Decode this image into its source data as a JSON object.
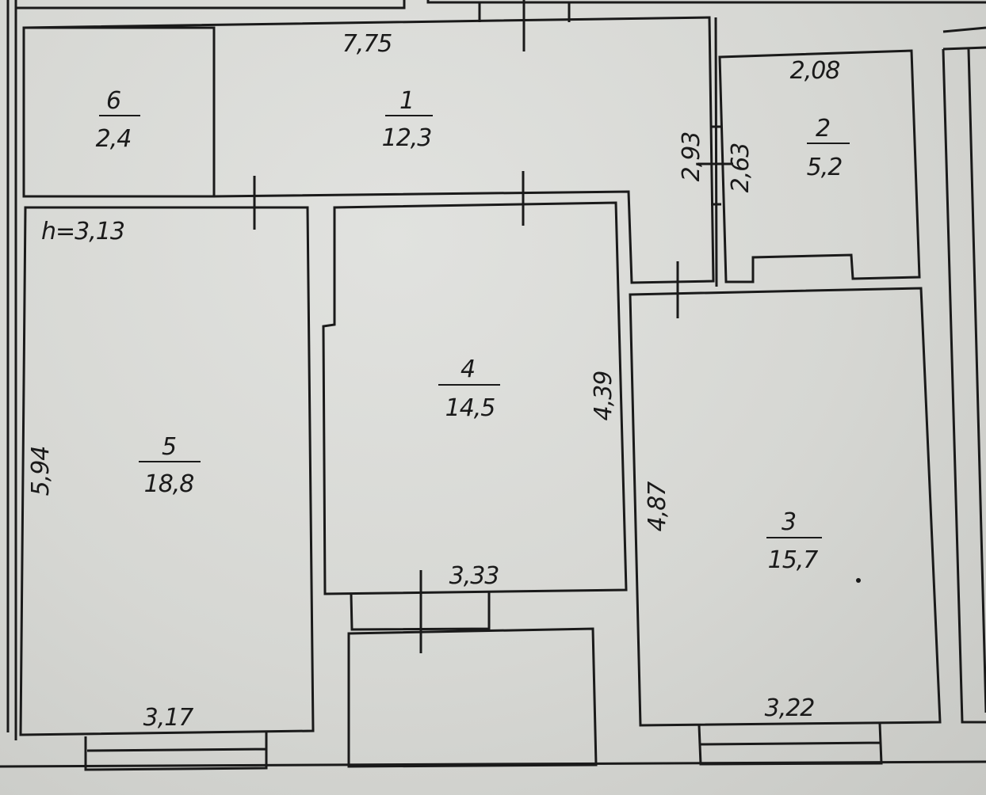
{
  "rooms": [
    {
      "number": "1",
      "area": "12,3"
    },
    {
      "number": "2",
      "area": "5,2"
    },
    {
      "number": "3",
      "area": "15,7"
    },
    {
      "number": "4",
      "area": "14,5"
    },
    {
      "number": "5",
      "area": "18,8"
    },
    {
      "number": "6",
      "area": "2,4"
    }
  ],
  "dimensions": {
    "room1_width": "7,75",
    "room2_width": "2,08",
    "corridor_left": "2,93",
    "room2_height": "2,63",
    "ceiling_height": "h=3,13",
    "room5_height": "5,94",
    "room5_width": "3,17",
    "room4_height": "4,39",
    "room4_width": "3,33",
    "room3_height": "4,87",
    "room3_width": "3,22"
  },
  "colors": {
    "wall": "#1a1a1a",
    "paper": "#dcddd9"
  }
}
